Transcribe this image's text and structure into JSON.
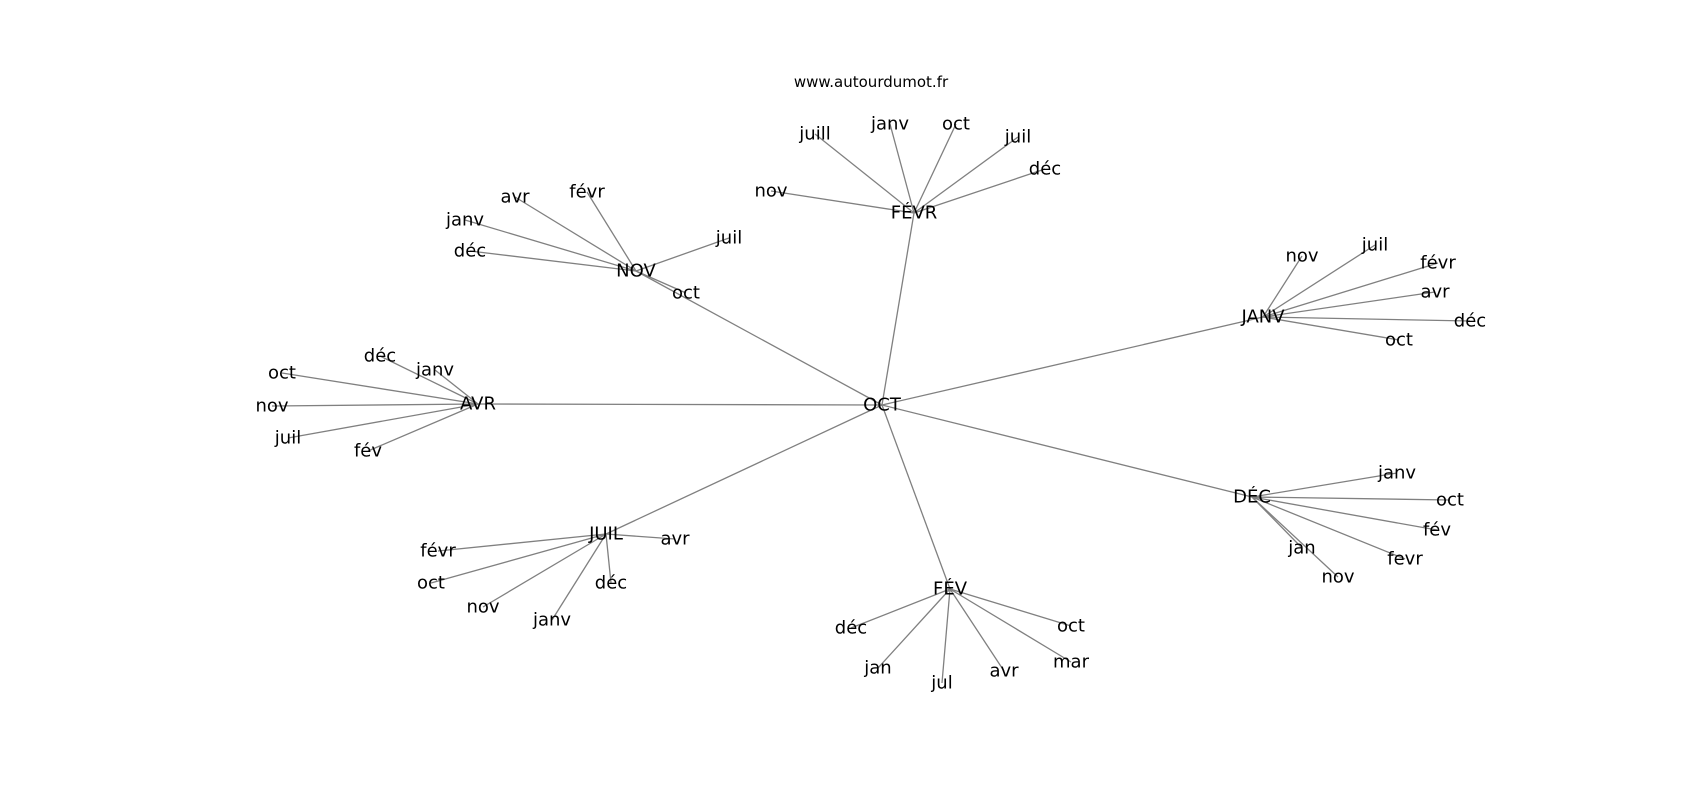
{
  "watermark": "www.autourdumot.fr",
  "graph": {
    "center": "OCT",
    "hubs": [
      {
        "id": "fevr",
        "label": "FÉVR",
        "leaves": [
          "juill",
          "janv",
          "oct",
          "juil",
          "déc",
          "nov"
        ]
      },
      {
        "id": "nov",
        "label": "NOV",
        "leaves": [
          "avr",
          "févr",
          "janv",
          "déc",
          "juil",
          "oct"
        ]
      },
      {
        "id": "janv",
        "label": "JANV",
        "leaves": [
          "nov",
          "juil",
          "févr",
          "avr",
          "déc",
          "oct"
        ]
      },
      {
        "id": "avr",
        "label": "AVR",
        "leaves": [
          "déc",
          "janv",
          "oct",
          "nov",
          "juil",
          "fév"
        ]
      },
      {
        "id": "dec",
        "label": "DÉC",
        "leaves": [
          "janv",
          "oct",
          "fév",
          "fevr",
          "jan",
          "nov"
        ]
      },
      {
        "id": "juil",
        "label": "JUIL",
        "leaves": [
          "avr",
          "févr",
          "oct",
          "déc",
          "nov",
          "janv"
        ]
      },
      {
        "id": "fev",
        "label": "FÉV",
        "leaves": [
          "déc",
          "oct",
          "mar",
          "jan",
          "avr",
          "jul"
        ]
      }
    ]
  }
}
